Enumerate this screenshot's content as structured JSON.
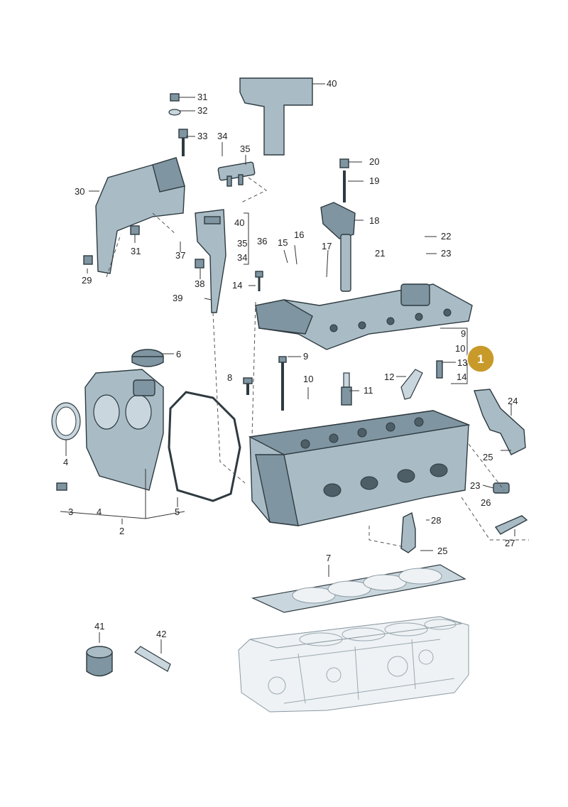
{
  "badge": {
    "label": "1",
    "color": "#c89a2a"
  },
  "colors": {
    "part": "#a9bcc6",
    "part_dark": "#7f95a1",
    "outline": "#2e3a40",
    "ghost": "#eef2f4"
  },
  "callouts": [
    {
      "id": "c40a",
      "label": "40"
    },
    {
      "id": "c31a",
      "label": "31"
    },
    {
      "id": "c32",
      "label": "32"
    },
    {
      "id": "c33",
      "label": "33"
    },
    {
      "id": "c34",
      "label": "34"
    },
    {
      "id": "c35a",
      "label": "35"
    },
    {
      "id": "c30",
      "label": "30"
    },
    {
      "id": "c40b",
      "label": "40"
    },
    {
      "id": "c36",
      "label": "36"
    },
    {
      "id": "c35b",
      "label": "35"
    },
    {
      "id": "c34b",
      "label": "34"
    },
    {
      "id": "c31b",
      "label": "31"
    },
    {
      "id": "c37",
      "label": "37"
    },
    {
      "id": "c29",
      "label": "29"
    },
    {
      "id": "c38",
      "label": "38"
    },
    {
      "id": "c39",
      "label": "39"
    },
    {
      "id": "c20",
      "label": "20"
    },
    {
      "id": "c19",
      "label": "19"
    },
    {
      "id": "c18",
      "label": "18"
    },
    {
      "id": "c22",
      "label": "22"
    },
    {
      "id": "c21",
      "label": "21"
    },
    {
      "id": "c23a",
      "label": "23"
    },
    {
      "id": "c16",
      "label": "16"
    },
    {
      "id": "c15",
      "label": "15"
    },
    {
      "id": "c17",
      "label": "17"
    },
    {
      "id": "c14a",
      "label": "14"
    },
    {
      "id": "c9a",
      "label": "9"
    },
    {
      "id": "c10a",
      "label": "10"
    },
    {
      "id": "c13",
      "label": "13"
    },
    {
      "id": "c14b",
      "label": "14"
    },
    {
      "id": "c6",
      "label": "6"
    },
    {
      "id": "c9b",
      "label": "9"
    },
    {
      "id": "c8",
      "label": "8"
    },
    {
      "id": "c10b",
      "label": "10"
    },
    {
      "id": "c11",
      "label": "11"
    },
    {
      "id": "c12",
      "label": "12"
    },
    {
      "id": "c24",
      "label": "24"
    },
    {
      "id": "c25a",
      "label": "25"
    },
    {
      "id": "c4a",
      "label": "4"
    },
    {
      "id": "c3",
      "label": "3"
    },
    {
      "id": "c4b",
      "label": "4"
    },
    {
      "id": "c5",
      "label": "5"
    },
    {
      "id": "c2",
      "label": "2"
    },
    {
      "id": "c23b",
      "label": "23"
    },
    {
      "id": "c26",
      "label": "26"
    },
    {
      "id": "c28",
      "label": "28"
    },
    {
      "id": "c25b",
      "label": "25"
    },
    {
      "id": "c27",
      "label": "27"
    },
    {
      "id": "c7",
      "label": "7"
    },
    {
      "id": "c41",
      "label": "41"
    },
    {
      "id": "c42",
      "label": "42"
    }
  ]
}
